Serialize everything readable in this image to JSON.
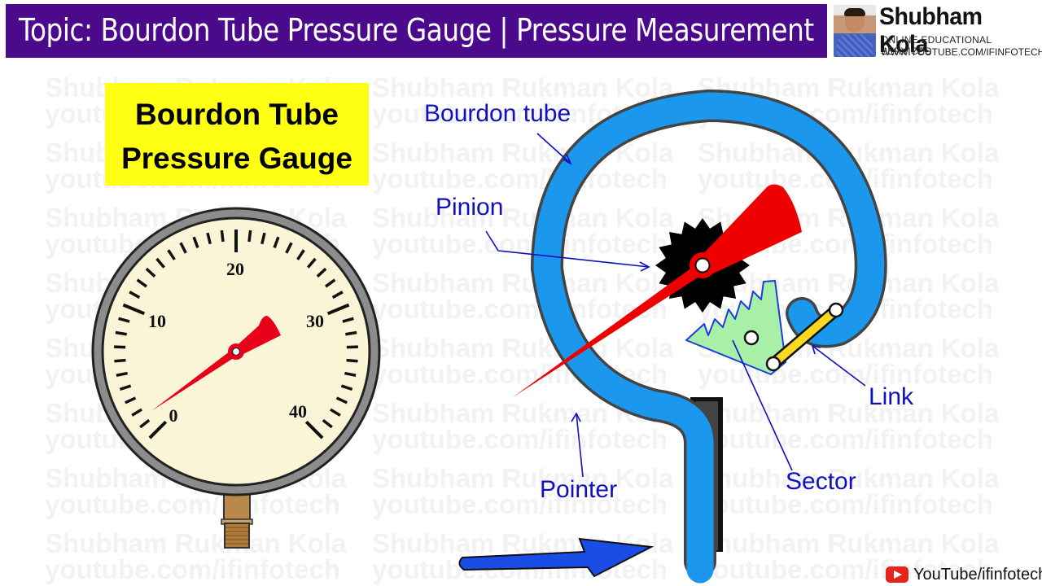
{
  "header": {
    "title": "Topic: Bourdon Tube Pressure Gauge | Pressure Measurement"
  },
  "brand": {
    "name": "Shubham Kola",
    "subtitle": "ONLINE EDUCATIONAL SERVICES",
    "url": "WWW.YOUTUBE.COM/IFINFOTECH",
    "avatar": "presenter-photo"
  },
  "watermark": {
    "line1": "Shubham Rukman Kola",
    "line2": "youtube.com/ifinfotech"
  },
  "title_box": {
    "line1": "Bourdon Tube",
    "line2": "Pressure Gauge",
    "background": "#ffff14"
  },
  "gauge": {
    "scale_labels": [
      "0",
      "10",
      "20",
      "30",
      "40"
    ],
    "face_color": "#fbf5d8",
    "rim_color": "#8c8c8c",
    "needle_color": "#e8001a"
  },
  "diagram": {
    "labels": {
      "bourdon_tube": "Bourdon tube",
      "pinion": "Pinion",
      "pointer": "Pointer",
      "link": "Link",
      "sector": "Sector"
    },
    "colors": {
      "tube": "#1b98ee",
      "label": "#1010c0",
      "pointer": "#ee0000",
      "sector": "#a8f0a8",
      "link": "#f8d820",
      "pressure_arrow": "#1a4de6"
    }
  },
  "footer": {
    "youtube": "YouTube/ifinfotech"
  }
}
